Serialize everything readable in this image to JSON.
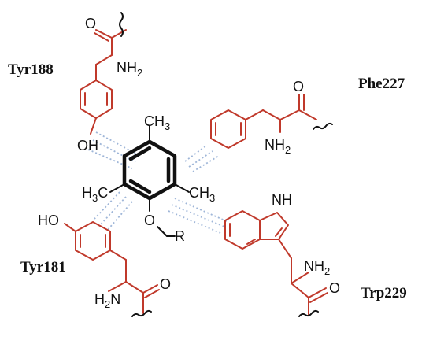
{
  "residues": {
    "tyr188": "Tyr188",
    "phe227": "Phe227",
    "tyr181": "Tyr181",
    "trp229": "Trp229"
  },
  "core": {
    "ch3_top": "CH",
    "ch3_top_sub": "3",
    "h3c_left_h": "H",
    "h3c_left_sub": "3",
    "h3c_left_c": "C",
    "ch3_right": "CH",
    "ch3_right_sub": "3",
    "o": "O",
    "r": "R"
  },
  "labels": {
    "nh2": "NH",
    "nh2_sub": "2",
    "h2n_h": "H",
    "h2n_sub": "2",
    "h2n_n": "N",
    "o": "O",
    "oh_o": "O",
    "oh_h": "H",
    "ho": "HO",
    "nh": "NH"
  },
  "colors": {
    "residue_bonds": "#c0392b",
    "interaction_lines": "#9fb6d8",
    "core_bonds": "#111111"
  }
}
